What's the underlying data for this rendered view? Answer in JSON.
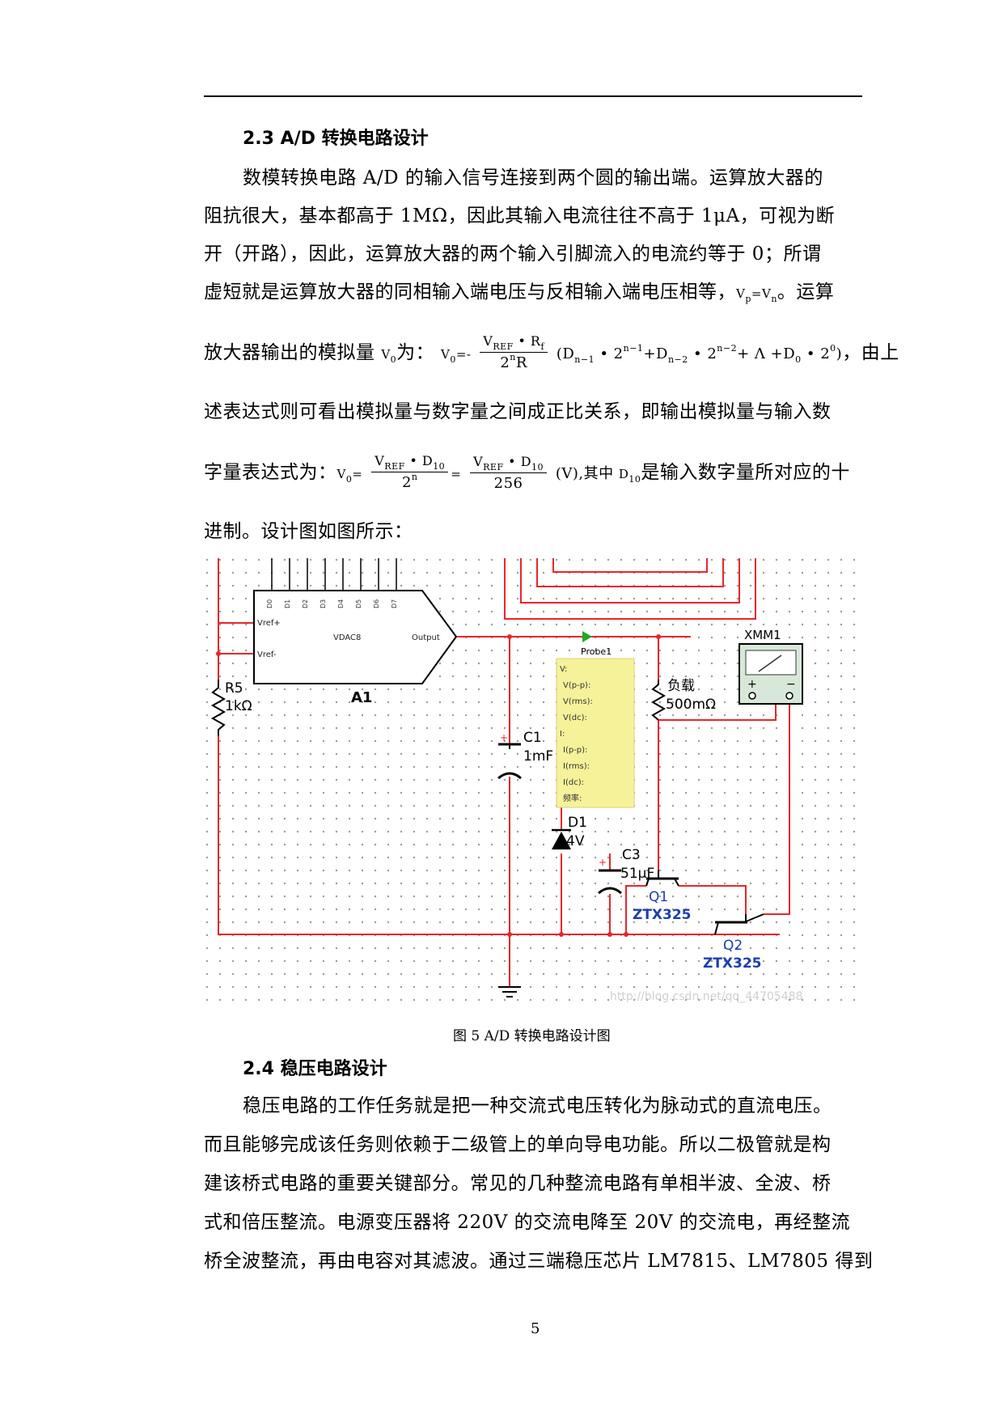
{
  "section_2_3": {
    "heading": "2.3 A/D 转换电路设计",
    "p1": "数模转换电路 A/D 的输入信号连接到两个圆的输出端。运算放大器的",
    "p2": "阻抗很大，基本都高于 1MΩ，因此其输入电流往往不高于 1μA，可视为断",
    "p3": "开（开路），因此，运算放大器的两个输入引脚流入的电流约等于 0；所谓",
    "p4_pre": "虚短就是运算放大器的同相输入端电压与反相输入端电压相等，",
    "p4_post": "。运算",
    "p5_pre": "放大器输出的模拟量 ",
    "p5_mid": "为：",
    "p5_post": "，由上",
    "p6": "述表达式则可看出模拟量与数字量之间成正比关系，即输出模拟量与输入数",
    "p7_pre": "字量表达式为：",
    "p7_unit": "(V),其中 ",
    "p7_post": "是输入数字量所对应的十",
    "p8": "进制。设计图如图所示："
  },
  "formulas": {
    "vp": "V",
    "vp_sub": "p",
    "eq": "=",
    "vn": "V",
    "vn_sub": "n",
    "v0": "V",
    "v0_sub": "0",
    "f1_lhs": "V",
    "f1_lhs_sub": "0",
    "f1_eq": "=-",
    "f1_num_a": "V",
    "f1_num_a_sub": "REF",
    "f1_num_dot": " • R",
    "f1_num_b_sub": "f",
    "f1_den_base": "2",
    "f1_den_sup": "n",
    "f1_den_r": "R",
    "f1_series": "(D",
    "f1_s1_sub": "n−1",
    "f1_s1_rest": " • 2",
    "f1_s1_sup": "n−1",
    "f1_s2": "+D",
    "f1_s2_sub": "n−2",
    "f1_s2_rest": " • 2",
    "f1_s2_sup": "n−2",
    "f1_s3": "+ Λ +D",
    "f1_s3_sub": "0",
    "f1_s3_rest": " • 2",
    "f1_s3_sup": "0",
    "f1_close": ")",
    "f2_lhs": "V",
    "f2_lhs_sub": "0",
    "f2_eq": "=",
    "f2_num": "V",
    "f2_num_sub": "REF",
    "f2_num_dot": " • D",
    "f2_num_sub2": "10",
    "f2_den_base": "2",
    "f2_den_sup": "n",
    "f2_eq2": "=",
    "f2b_num": "V",
    "f2b_num_sub": "REF",
    "f2b_num_dot": " • D",
    "f2b_num_sub2": "10",
    "f2b_den": "256",
    "d10": "D",
    "d10_sub": "10"
  },
  "schematic": {
    "a1_label": "A1",
    "vdac": "VDAC8",
    "output_pin": "Output",
    "vref_plus": "Vref+",
    "vref_minus": "Vref-",
    "dac_inputs": [
      "D0",
      "D1",
      "D2",
      "D3",
      "D4",
      "D5",
      "D6",
      "D7"
    ],
    "r5_name": "R5",
    "r5_value": "1kΩ",
    "c1_name": "C1",
    "c1_value": "1mF",
    "probe": "Probe1",
    "probe_lines": [
      "V:",
      "V(p-p):",
      "V(rms):",
      "V(dc):",
      "I:",
      "I(p-p):",
      "I(rms):",
      "I(dc):",
      "频率:"
    ],
    "load_name": "负载",
    "load_value": "500mΩ",
    "xmm": "XMM1",
    "d1_name": "D1",
    "d1_value": "4V",
    "c3_name": "C3",
    "c3_value": "51μF",
    "q1_name": "Q1",
    "q1_model": "ZTX325",
    "q2_name": "Q2",
    "q2_model": "ZTX325",
    "watermark": "http://blog.csdn.net/qq_44705488",
    "colors": {
      "wire": "#e8262a",
      "probe_bg": "#f5f29a",
      "label_blue": "#1c3fb0",
      "grid": "#9a9a9a"
    }
  },
  "figure_caption": "图 5 A/D 转换电路设计图",
  "section_2_4": {
    "heading": "2.4 稳压电路设计",
    "l1": "稳压电路的工作任务就是把一种交流式电压转化为脉动式的直流电压。",
    "l2": "而且能够完成该任务则依赖于二级管上的单向导电功能。所以二极管就是构",
    "l3": "建该桥式电路的重要关键部分。常见的几种整流电路有单相半波、全波、桥",
    "l4": "式和倍压整流。电源变压器将 220V 的交流电降至 20V 的交流电，再经整流",
    "l5": "桥全波整流，再由电容对其滤波。通过三端稳压芯片 LM7815、LM7805 得到"
  },
  "page_number": "5"
}
